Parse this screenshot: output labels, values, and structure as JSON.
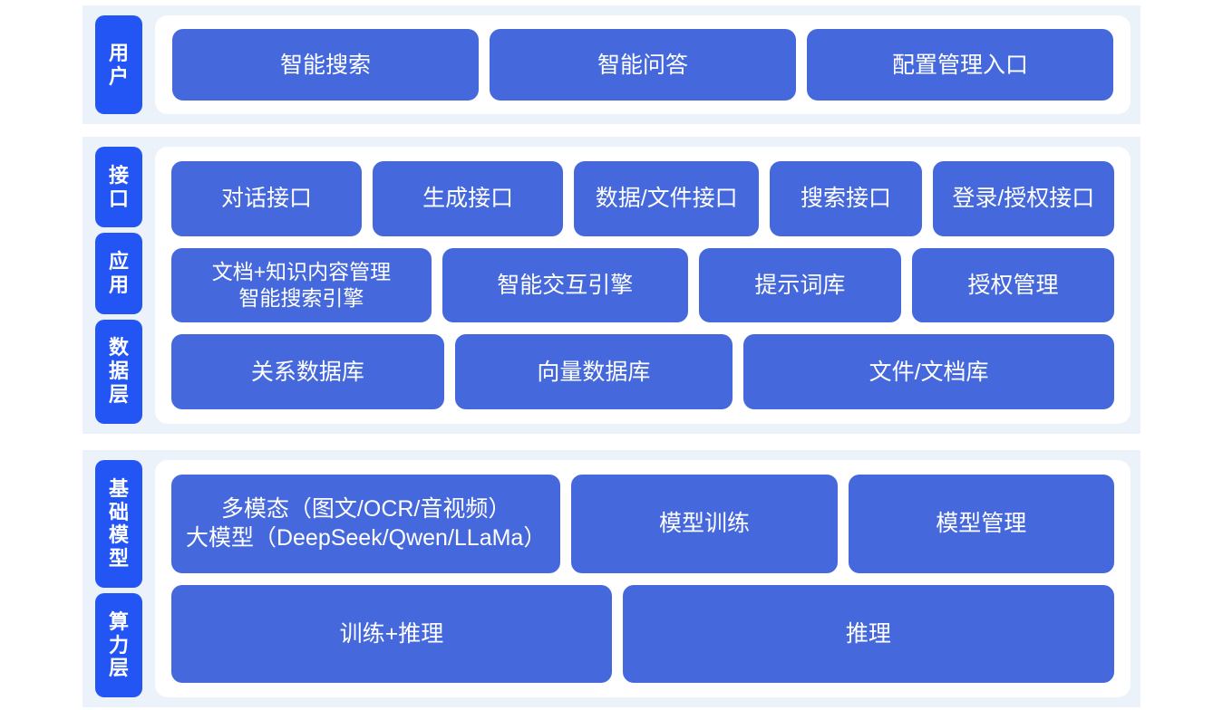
{
  "colors": {
    "panel_background": "#ecf2fa",
    "body_background": "#ffffff",
    "tab_blue": "#2355f5",
    "card_blue": "#4668dd",
    "card_text": "#ffffff",
    "page_background": "#ffffff"
  },
  "sections": [
    {
      "id": "user",
      "tabs": [
        {
          "label": "用户"
        }
      ],
      "rows": [
        {
          "id": "user-entry-row",
          "cards": [
            {
              "label": "智能搜索",
              "flex": 1
            },
            {
              "label": "智能问答",
              "flex": 1
            },
            {
              "label": "配置管理入口",
              "flex": 1
            }
          ]
        }
      ]
    },
    {
      "id": "platform",
      "tabs": [
        {
          "label": "接口"
        },
        {
          "label": "应用"
        },
        {
          "label": "数据层"
        }
      ],
      "rows": [
        {
          "id": "interface-row",
          "cards": [
            {
              "label": "对话接口",
              "flex": 1.0
            },
            {
              "label": "生成接口",
              "flex": 1.0
            },
            {
              "label": "数据/文件接口",
              "flex": 0.97
            },
            {
              "label": "搜索接口",
              "flex": 0.78
            },
            {
              "label": "登录/授权接口",
              "flex": 0.95
            }
          ]
        },
        {
          "id": "application-row",
          "cards": [
            {
              "label": "文档+知识内容管理\n智能搜索引擎",
              "flex": 1.36,
              "style": "two-line"
            },
            {
              "label": "智能交互引擎",
              "flex": 1.28
            },
            {
              "label": "提示词库",
              "flex": 1.04
            },
            {
              "label": "授权管理",
              "flex": 1.04
            }
          ]
        },
        {
          "id": "data-row",
          "cards": [
            {
              "label": "关系数据库",
              "flex": 1.0
            },
            {
              "label": "向量数据库",
              "flex": 1.02
            },
            {
              "label": "文件/文档库",
              "flex": 1.38
            }
          ]
        }
      ]
    },
    {
      "id": "foundation",
      "tabs": [
        {
          "label": "基础模型"
        },
        {
          "label": "算力层"
        }
      ],
      "rows": [
        {
          "id": "model-row",
          "cards": [
            {
              "label": "多模态（图文/OCR/音视频）\n大模型（DeepSeek/Qwen/LLaMa）",
              "flex": 1.52,
              "style": "model-card"
            },
            {
              "label": "模型训练",
              "flex": 1.02
            },
            {
              "label": "模型管理",
              "flex": 1.02
            }
          ]
        },
        {
          "id": "compute-row",
          "cards": [
            {
              "label": "训练+推理",
              "flex": 1.0
            },
            {
              "label": "推理",
              "flex": 1.12
            }
          ]
        }
      ]
    }
  ]
}
